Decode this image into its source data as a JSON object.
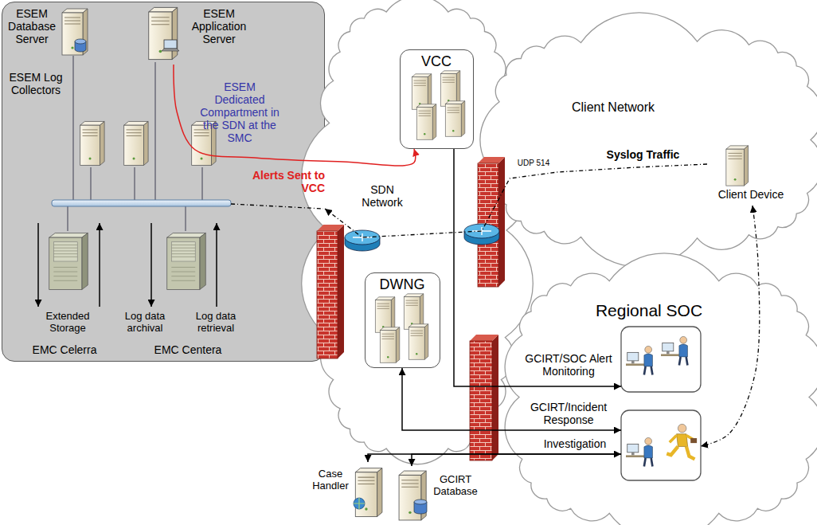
{
  "diagram": {
    "nodes": [
      {
        "text": [
          "ESEM Dedicated Compartment in the SDN at the SMC"
        ]
      },
      {
        "text": [
          "ESEM Database Server"
        ],
        "in": 0
      },
      {
        "text": [
          "ESEM Application Server"
        ],
        "in": 0
      },
      {
        "text": [
          "ESEM Log Collectors"
        ],
        "in": 0
      },
      {
        "text": [
          "EMC Celerra"
        ],
        "in": 0
      },
      {
        "text": [
          "EMC Centera"
        ],
        "in": 0
      },
      {
        "text": [
          "SDN Network"
        ]
      },
      {
        "text": [
          "VCC"
        ],
        "in": 6
      },
      {
        "text": [
          "DWNG"
        ],
        "in": 6
      },
      {
        "text": [
          "Client Network"
        ]
      },
      {
        "text": [
          "Client Device"
        ],
        "in": 9
      },
      {
        "text": [
          "Regional SOC"
        ]
      },
      {
        "text": [
          "Case Handler"
        ]
      },
      {
        "text": [
          "GCIRT Database"
        ]
      }
    ],
    "edges": [
      {
        "from": 2,
        "to": 7,
        "label": "Alerts Sent to VCC",
        "arrow": "to"
      },
      {
        "from": 10,
        "to": 0,
        "label": "Syslog Traffic",
        "arrow": "to"
      },
      {
        "from": 7,
        "to": 11,
        "label": "GCIRT/SOC Alert Monitoring",
        "arrow": "to"
      },
      {
        "from": 8,
        "to": 11,
        "label": "GCIRT/Incident Response",
        "arrow": "both"
      },
      {
        "from": 12,
        "to": 11,
        "label": "Investigation",
        "arrow": "both"
      },
      {
        "from": 11,
        "to": 13,
        "arrow": "to"
      },
      {
        "from": 10,
        "to": 11,
        "arrow": "both"
      }
    ],
    "labels": [
      "Extended Storage",
      "Log data archival",
      "Log data retrieval",
      "UDP 514"
    ]
  }
}
